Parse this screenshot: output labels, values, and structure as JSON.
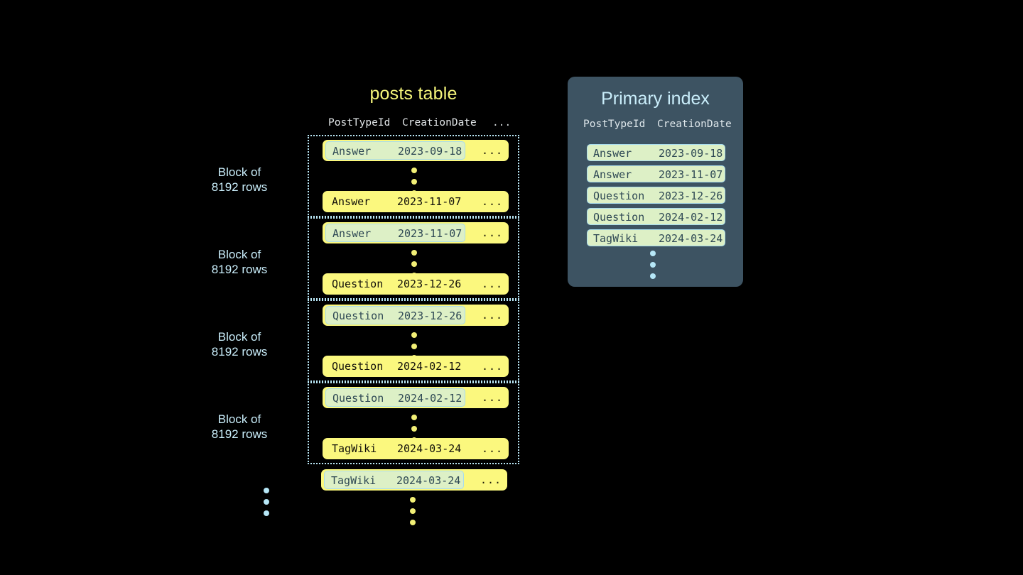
{
  "posts_table": {
    "title": "posts table",
    "columns": [
      "PostTypeId",
      "CreationDate",
      "..."
    ],
    "ellipsis": "...",
    "blocks": [
      {
        "label_line1": "Block of",
        "label_line2": "8192 rows",
        "first_row": {
          "type": "Answer",
          "date": "2023-09-18",
          "more": "...",
          "highlighted": true
        },
        "last_row": {
          "type": "Answer",
          "date": "2023-11-07",
          "more": "...",
          "highlighted": false
        }
      },
      {
        "label_line1": "Block of",
        "label_line2": "8192 rows",
        "first_row": {
          "type": "Answer",
          "date": "2023-11-07",
          "more": "...",
          "highlighted": true
        },
        "last_row": {
          "type": "Question",
          "date": "2023-12-26",
          "more": "...",
          "highlighted": false
        }
      },
      {
        "label_line1": "Block of",
        "label_line2": "8192 rows",
        "first_row": {
          "type": "Question",
          "date": "2023-12-26",
          "more": "...",
          "highlighted": true
        },
        "last_row": {
          "type": "Question",
          "date": "2024-02-12",
          "more": "...",
          "highlighted": false
        }
      },
      {
        "label_line1": "Block of",
        "label_line2": "8192 rows",
        "first_row": {
          "type": "Question",
          "date": "2024-02-12",
          "more": "...",
          "highlighted": true
        },
        "last_row": {
          "type": "TagWiki",
          "date": "2024-03-24",
          "more": "...",
          "highlighted": false
        }
      }
    ],
    "trailing_row": {
      "type": "TagWiki",
      "date": "2024-03-24",
      "more": "...",
      "highlighted": true
    }
  },
  "primary_index": {
    "title": "Primary index",
    "columns": [
      "PostTypeId",
      "CreationDate"
    ],
    "rows": [
      {
        "type": "Answer",
        "date": "2023-09-18"
      },
      {
        "type": "Answer",
        "date": "2023-11-07"
      },
      {
        "type": "Question",
        "date": "2023-12-26"
      },
      {
        "type": "Question",
        "date": "2024-02-12"
      },
      {
        "type": "TagWiki",
        "date": "2024-03-24"
      }
    ]
  },
  "colors": {
    "background": "#000000",
    "row_pill": "#fbf87e",
    "highlight_cell": "#ddf0c6",
    "highlight_border": "#a8dced",
    "panel": "#3d5362",
    "accent_blue": "#c9edfa",
    "accent_yellow": "#f5f57a"
  }
}
